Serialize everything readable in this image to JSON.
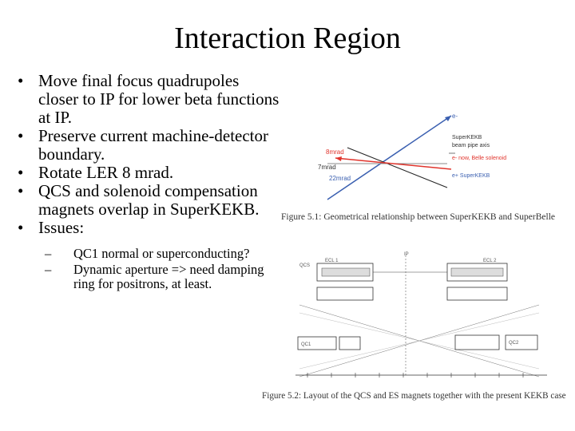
{
  "title": "Interaction Region",
  "bullets": [
    "Move final focus quadrupoles closer to IP for lower beta functions at IP.",
    "Preserve current machine-detector boundary.",
    "Rotate LER 8 mrad.",
    "QCS and solenoid compensation magnets overlap in SuperKEKB.",
    "Issues:"
  ],
  "sub_bullets": [
    "QC1 normal or superconducting?",
    "Dynamic aperture => need damping ring for positrons, at least."
  ],
  "figure1": {
    "labels": {
      "e_minus": "e-",
      "superkekb": "SuperKEKB",
      "beam_pipe": "beam pipe axis",
      "belle_solenoid": "e- now, Belle solenoid",
      "e_plus": "e+ SuperKEKB",
      "mrad8": "8mrad",
      "mrad7": "7mrad",
      "mrad22": "22mrad"
    },
    "caption": "Figure 5.1: Geometrical relationship between SuperKEKB and SuperBelle"
  },
  "figure2": {
    "labels": {
      "ip": "IP",
      "qcs": "QCS",
      "ecl_1": "ECL 1",
      "ecl_2": "ECL 2",
      "qc1": "QC1",
      "qc2": "QC2"
    },
    "caption": "Figure 5.2: Layout of the QCS and ES magnets together with the present KEKB case"
  },
  "colors": {
    "red": "#e0342c",
    "blue": "#3a5fb0",
    "gray": "#555555"
  }
}
